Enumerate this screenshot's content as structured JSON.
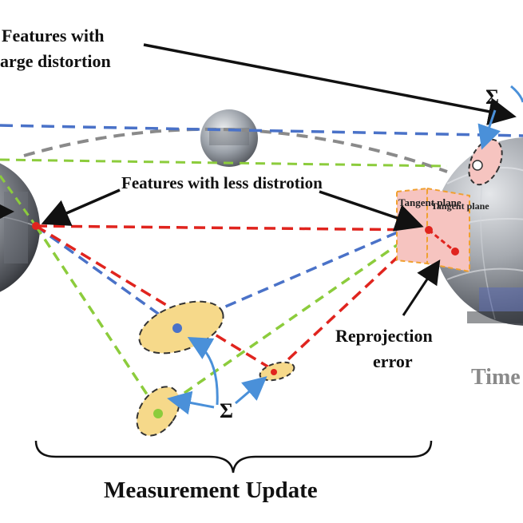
{
  "labels": {
    "features_large_line1": "Features with",
    "features_large_line2": "arge distortion",
    "sigma_top": "Σ",
    "features_less": "Features with less distrotion",
    "tangent_plane_1": "Tangent plane",
    "tangent_plane_2": "Tangent plane",
    "reprojection_line1": "Reprojection",
    "reprojection_line2": "error",
    "time_label": "Time",
    "sigma_bottom": "Σ",
    "measurement_update": "Measurement Update"
  },
  "colors": {
    "blue": "#4a72c8",
    "green": "#8ccc3c",
    "red": "#e0241e",
    "gray": "#8a8a8a",
    "ellipse_fill": "#f6d98a",
    "tangent_fill": "#f6c4c0",
    "tangent_border": "#f0a030",
    "arrow": "#4a90d9"
  }
}
